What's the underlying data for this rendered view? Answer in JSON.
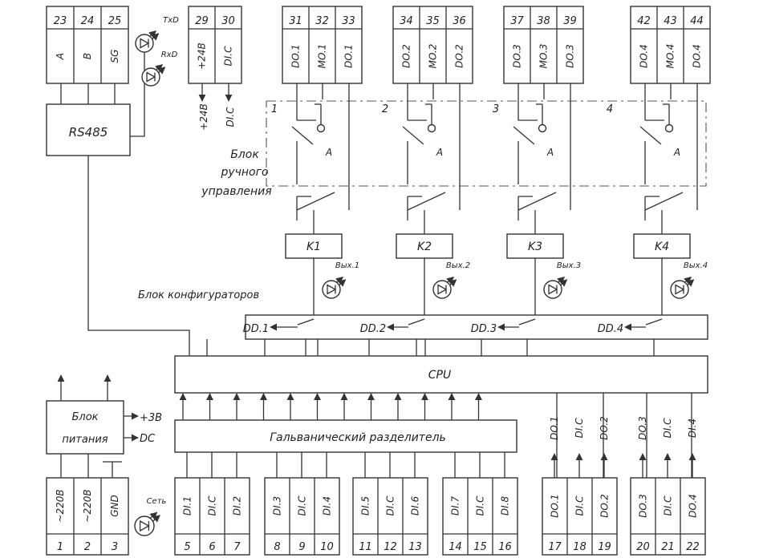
{
  "top_terminals": {
    "rs485": [
      {
        "num": "23",
        "label": "A"
      },
      {
        "num": "24",
        "label": "B"
      },
      {
        "num": "25",
        "label": "SG"
      }
    ],
    "power": [
      {
        "num": "29",
        "label": "+24B"
      },
      {
        "num": "30",
        "label": "DI.C"
      }
    ],
    "channels": [
      [
        {
          "num": "31",
          "label": "DO.1"
        },
        {
          "num": "32",
          "label": "MO.1"
        },
        {
          "num": "33",
          "label": "DO.1"
        }
      ],
      [
        {
          "num": "34",
          "label": "DO.2"
        },
        {
          "num": "35",
          "label": "MO.2"
        },
        {
          "num": "36",
          "label": "DO.2"
        }
      ],
      [
        {
          "num": "37",
          "label": "DO.3"
        },
        {
          "num": "38",
          "label": "MO.3"
        },
        {
          "num": "39",
          "label": "DO.3"
        }
      ],
      [
        {
          "num": "42",
          "label": "DO.4"
        },
        {
          "num": "43",
          "label": "MO.4"
        },
        {
          "num": "44",
          "label": "DO.4"
        }
      ]
    ]
  },
  "leds": {
    "txd": "TxD",
    "rxd": "RxD",
    "network": "Сеть",
    "outputs": [
      "Вых.1",
      "Вых.2",
      "Вых.3",
      "Вых.4"
    ]
  },
  "power_out": {
    "plus24": "+24B",
    "dic": "DI.C"
  },
  "rs485_block": "RS485",
  "manual_block": {
    "line1": "Блок",
    "line2": "ручного",
    "line3": "управления"
  },
  "manual_channel_nums": [
    "1",
    "2",
    "3",
    "4"
  ],
  "relay_contact_label": "A",
  "relays": [
    "K1",
    "K2",
    "K3",
    "K4"
  ],
  "configurator_block": "Блок конфигураторов",
  "dd_labels": [
    "DD.1",
    "DD.2",
    "DD.3",
    "DD.4"
  ],
  "cpu": "CPU",
  "galvanic": "Гальванический разделитель",
  "power_block": {
    "line1": "Блок",
    "line2": "питания",
    "out1": "+3B",
    "out2": "DC"
  },
  "bottom_terminals": {
    "power": [
      {
        "num": "1",
        "label": "~220B"
      },
      {
        "num": "2",
        "label": "~220B"
      },
      {
        "num": "3",
        "label": "GND"
      }
    ],
    "inputs": [
      [
        {
          "num": "5",
          "label": "DI.1"
        },
        {
          "num": "6",
          "label": "DI.C"
        },
        {
          "num": "7",
          "label": "DI.2"
        }
      ],
      [
        {
          "num": "8",
          "label": "DI.3"
        },
        {
          "num": "9",
          "label": "DI.C"
        },
        {
          "num": "10",
          "label": "DI.4"
        }
      ],
      [
        {
          "num": "11",
          "label": "DI.5"
        },
        {
          "num": "12",
          "label": "DI.C"
        },
        {
          "num": "13",
          "label": "DI.6"
        }
      ],
      [
        {
          "num": "14",
          "label": "DI.7"
        },
        {
          "num": "15",
          "label": "DI.C"
        },
        {
          "num": "16",
          "label": "DI.8"
        }
      ]
    ],
    "outputs": [
      [
        {
          "num": "17",
          "label": "DO.1"
        },
        {
          "num": "18",
          "label": "DI.C"
        },
        {
          "num": "19",
          "label": "DO.2"
        }
      ],
      [
        {
          "num": "20",
          "label": "DO.3"
        },
        {
          "num": "21",
          "label": "DI.C"
        },
        {
          "num": "22",
          "label": "DO.4"
        }
      ]
    ],
    "output_arrow_labels": [
      [
        "DO.1",
        "DI.C",
        "DO.2"
      ],
      [
        "DO.3",
        "DI.C",
        "DI.4"
      ]
    ]
  }
}
